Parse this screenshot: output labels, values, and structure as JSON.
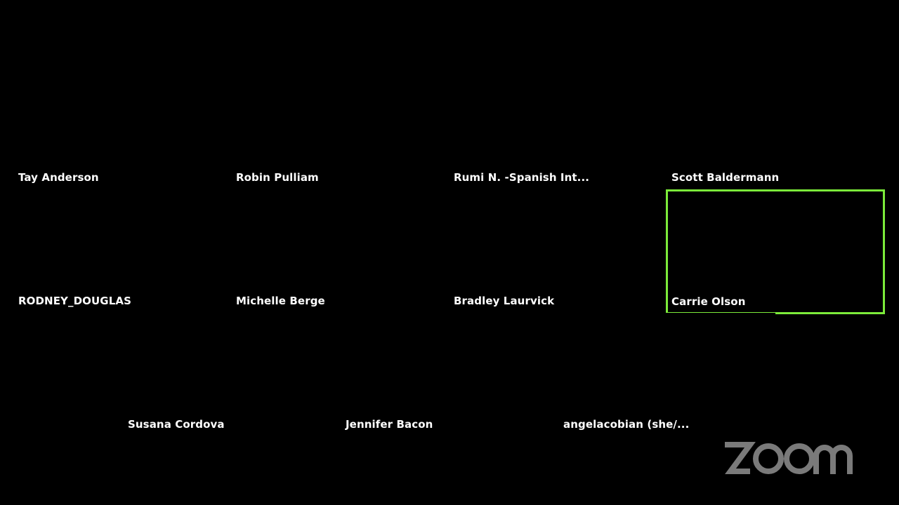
{
  "app": {
    "logo_text": "zoom",
    "logo_color": "#7a7a7a",
    "active_speaker_color": "#7CEB3A",
    "background": "#000000"
  },
  "participants": [
    {
      "name": "Tay Anderson"
    },
    {
      "name": "Robin Pulliam"
    },
    {
      "name": "Rumi N. -Spanish Int..."
    },
    {
      "name": "Scott Baldermann"
    },
    {
      "name": "RODNEY_DOUGLAS"
    },
    {
      "name": "Michelle Berge"
    },
    {
      "name": "Bradley Laurvick"
    },
    {
      "name": "Carrie Olson",
      "active": true
    },
    {
      "name": "Susana Cordova"
    },
    {
      "name": "Jennifer Bacon"
    },
    {
      "name": "angelacobian (she/..."
    }
  ]
}
